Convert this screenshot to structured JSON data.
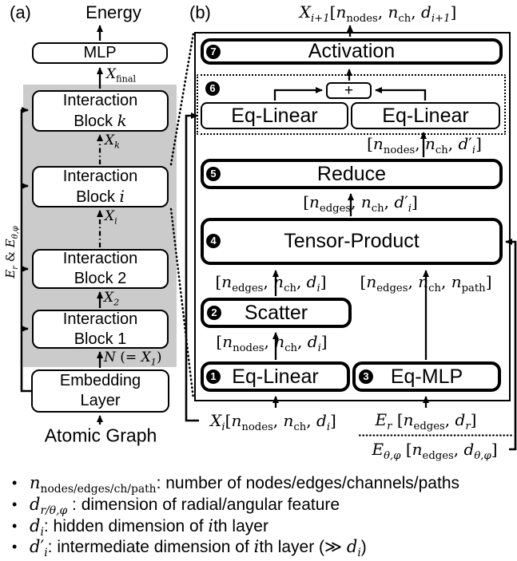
{
  "colors": {
    "gray_band": "#cbcbcb",
    "line": "#000000",
    "box_bg": "#ffffff"
  },
  "panel_a": {
    "label": "(a)",
    "energy": "Energy",
    "mlp": "MLP",
    "x_final": "X_{final}",
    "edge_features": "E_{r} & E_{θ,φ}",
    "blocks": [
      {
        "line1": "Interaction",
        "line2": [
          {
            "t": "text",
            "v": "Block "
          },
          {
            "t": "math",
            "v": "k"
          }
        ],
        "input_label": "X_{k}"
      },
      {
        "line1": "Interaction",
        "line2": [
          {
            "t": "text",
            "v": "Block "
          },
          {
            "t": "math",
            "v": "i"
          }
        ],
        "input_label": "X_{i}"
      },
      {
        "line1": "Interaction",
        "line2": [
          {
            "t": "text",
            "v": "Block 2"
          }
        ],
        "input_label": "X_{2}"
      },
      {
        "line1": "Interaction",
        "line2": [
          {
            "t": "text",
            "v": "Block 1"
          }
        ],
        "input_label": "N (= X_{1})"
      }
    ],
    "embedding_line1": "Embedding",
    "embedding_line2": "Layer",
    "atomic_graph": "Atomic Graph"
  },
  "panel_b": {
    "label": "(b)",
    "output_label": "X_{i+1}[n_{nodes}, n_{ch}, d_{i+1}]",
    "steps": {
      "step7": {
        "num": "7",
        "label": "Activation"
      },
      "step6": {
        "num": "6",
        "plus": "+",
        "eq_linear_left": "Eq-Linear",
        "eq_linear_right": "Eq-Linear"
      },
      "step5": {
        "num": "5",
        "label": "Reduce"
      },
      "step4": {
        "num": "4",
        "label": "Tensor-Product"
      },
      "step3": {
        "num": "3",
        "label": "Eq-MLP"
      },
      "step2": {
        "num": "2",
        "label": "Scatter"
      },
      "step1": {
        "num": "1",
        "label": "Eq-Linear"
      }
    },
    "dims": {
      "to_eq_linear_right": "[n_{nodes}, n_{ch}, d′_{i}]",
      "to_reduce": "[n_{edges}, n_{ch}, d′_{i}]",
      "to_tp_left": "[n_{edges}, n_{ch}, d_{i}]",
      "to_tp_right": "[n_{edges}, n_{ch}, n_{path}]",
      "to_scatter": "[n_{nodes}, n_{ch}, d_{i}]"
    },
    "inputs": {
      "x_i": "X_{i}[n_{nodes}, n_{ch}, d_{i}]",
      "e_r": "E_{r} [n_{edges}, d_{r}]",
      "e_theta_phi": "E_{θ,φ} [n_{edges}, d_{θ,φ}]"
    }
  },
  "legend": {
    "bullet": "•",
    "items": [
      {
        "parts": [
          {
            "t": "math",
            "v": "n_{nodes/edges/ch/path}"
          },
          {
            "t": "text",
            "v": ": number of nodes/edges/channels/paths"
          }
        ]
      },
      {
        "parts": [
          {
            "t": "math",
            "v": "d_{r/θ,φ}"
          },
          {
            "t": "text",
            "v": " : dimension of radial/angular feature"
          }
        ]
      },
      {
        "parts": [
          {
            "t": "math",
            "v": "d_{i}"
          },
          {
            "t": "text",
            "v": ": hidden dimension of "
          },
          {
            "t": "math",
            "v": "i"
          },
          {
            "t": "text",
            "v": "th layer"
          }
        ]
      },
      {
        "parts": [
          {
            "t": "math",
            "v": "d′_{i}"
          },
          {
            "t": "text",
            "v": ": intermediate dimension of "
          },
          {
            "t": "math",
            "v": "i"
          },
          {
            "t": "text",
            "v": "th layer (≫ "
          },
          {
            "t": "math",
            "v": "d_{i}"
          },
          {
            "t": "text",
            "v": ")"
          }
        ]
      }
    ]
  }
}
